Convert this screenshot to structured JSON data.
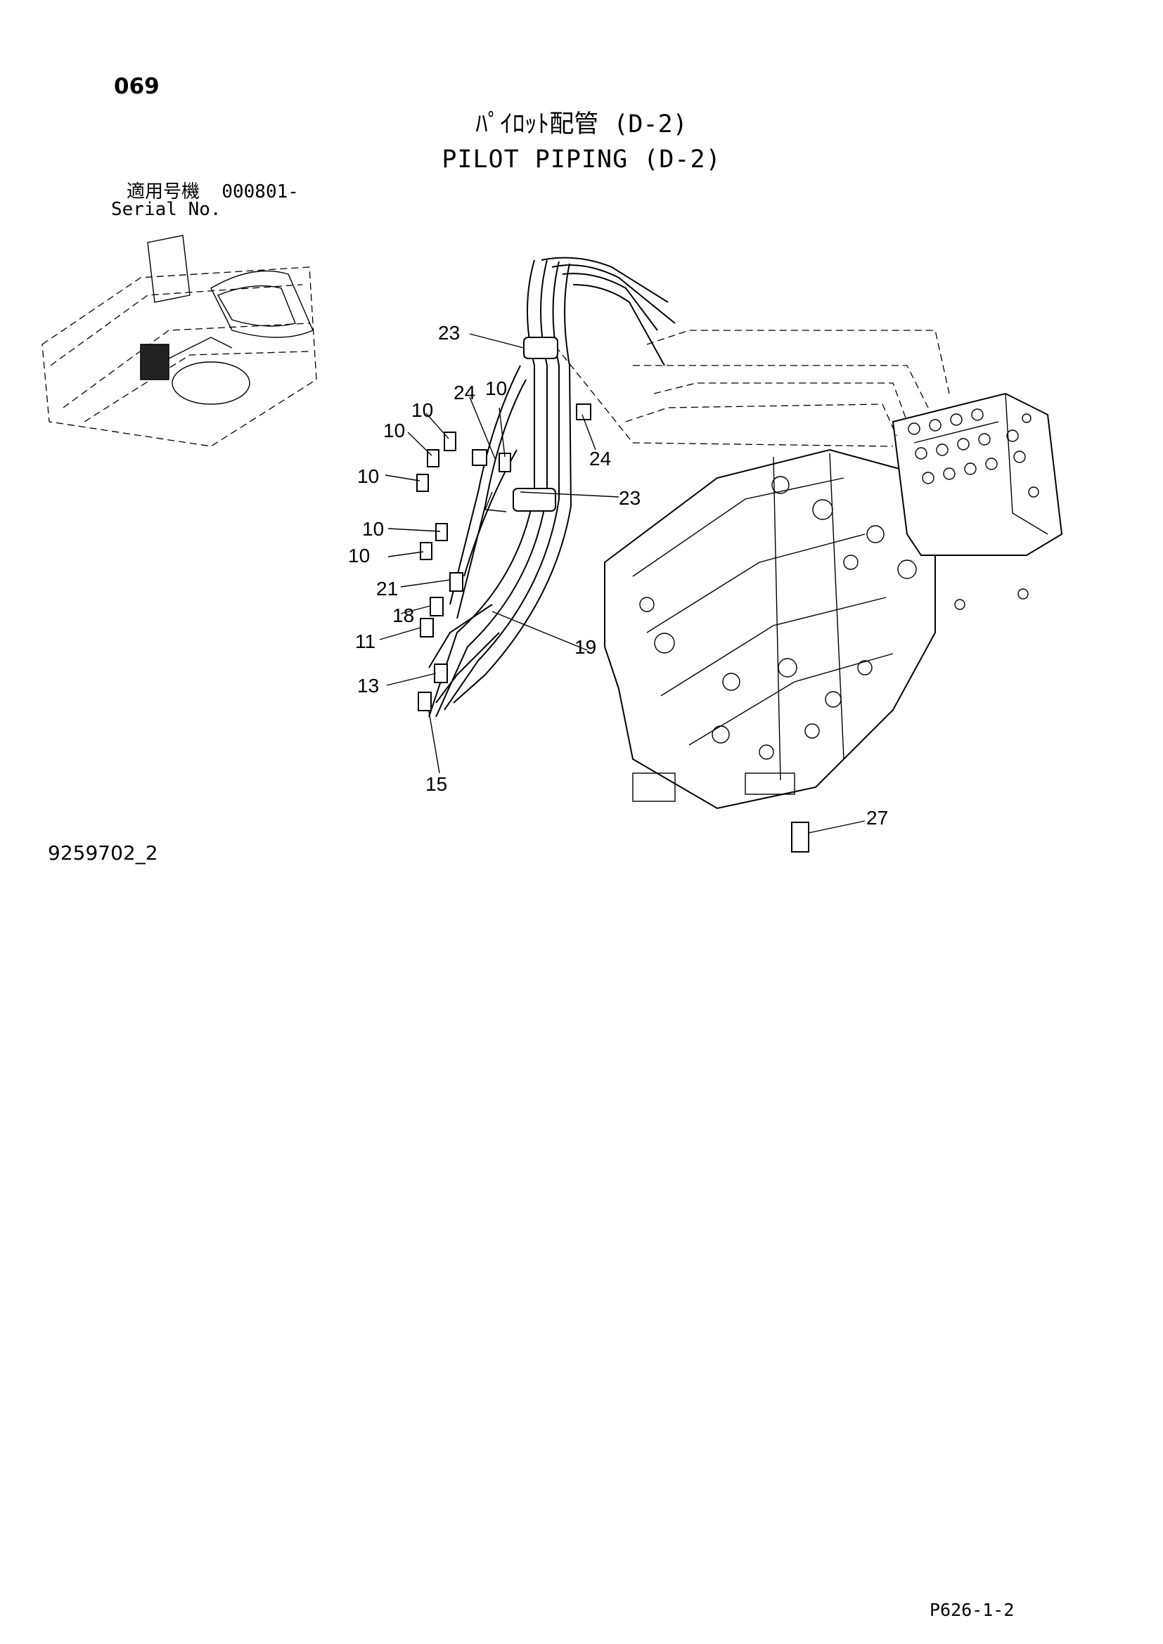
{
  "header": {
    "page_number": "069",
    "title_jp": "ﾊﾟｲﾛｯﾄ配管 (D-2)",
    "title_en": "PILOT PIPING (D-2)",
    "serial_label_jp": "適用号機",
    "serial_range": "000801-",
    "serial_label_en": "Serial No."
  },
  "footer": {
    "drawing_number": "9259702_2",
    "sheet_reference": "P626-1-2"
  },
  "callouts": [
    {
      "id": "c23a",
      "label": "23"
    },
    {
      "id": "c24a",
      "label": "24"
    },
    {
      "id": "c10a",
      "label": "10"
    },
    {
      "id": "c10b",
      "label": "10"
    },
    {
      "id": "c10c",
      "label": "10"
    },
    {
      "id": "c10d",
      "label": "10"
    },
    {
      "id": "c10e",
      "label": "10"
    },
    {
      "id": "c10f",
      "label": "10"
    },
    {
      "id": "c24b",
      "label": "24"
    },
    {
      "id": "c23b",
      "label": "23"
    },
    {
      "id": "c21",
      "label": "21"
    },
    {
      "id": "c18",
      "label": "18"
    },
    {
      "id": "c11",
      "label": "11"
    },
    {
      "id": "c19",
      "label": "19"
    },
    {
      "id": "c13",
      "label": "13"
    },
    {
      "id": "c15",
      "label": "15"
    },
    {
      "id": "c27",
      "label": "27"
    }
  ]
}
